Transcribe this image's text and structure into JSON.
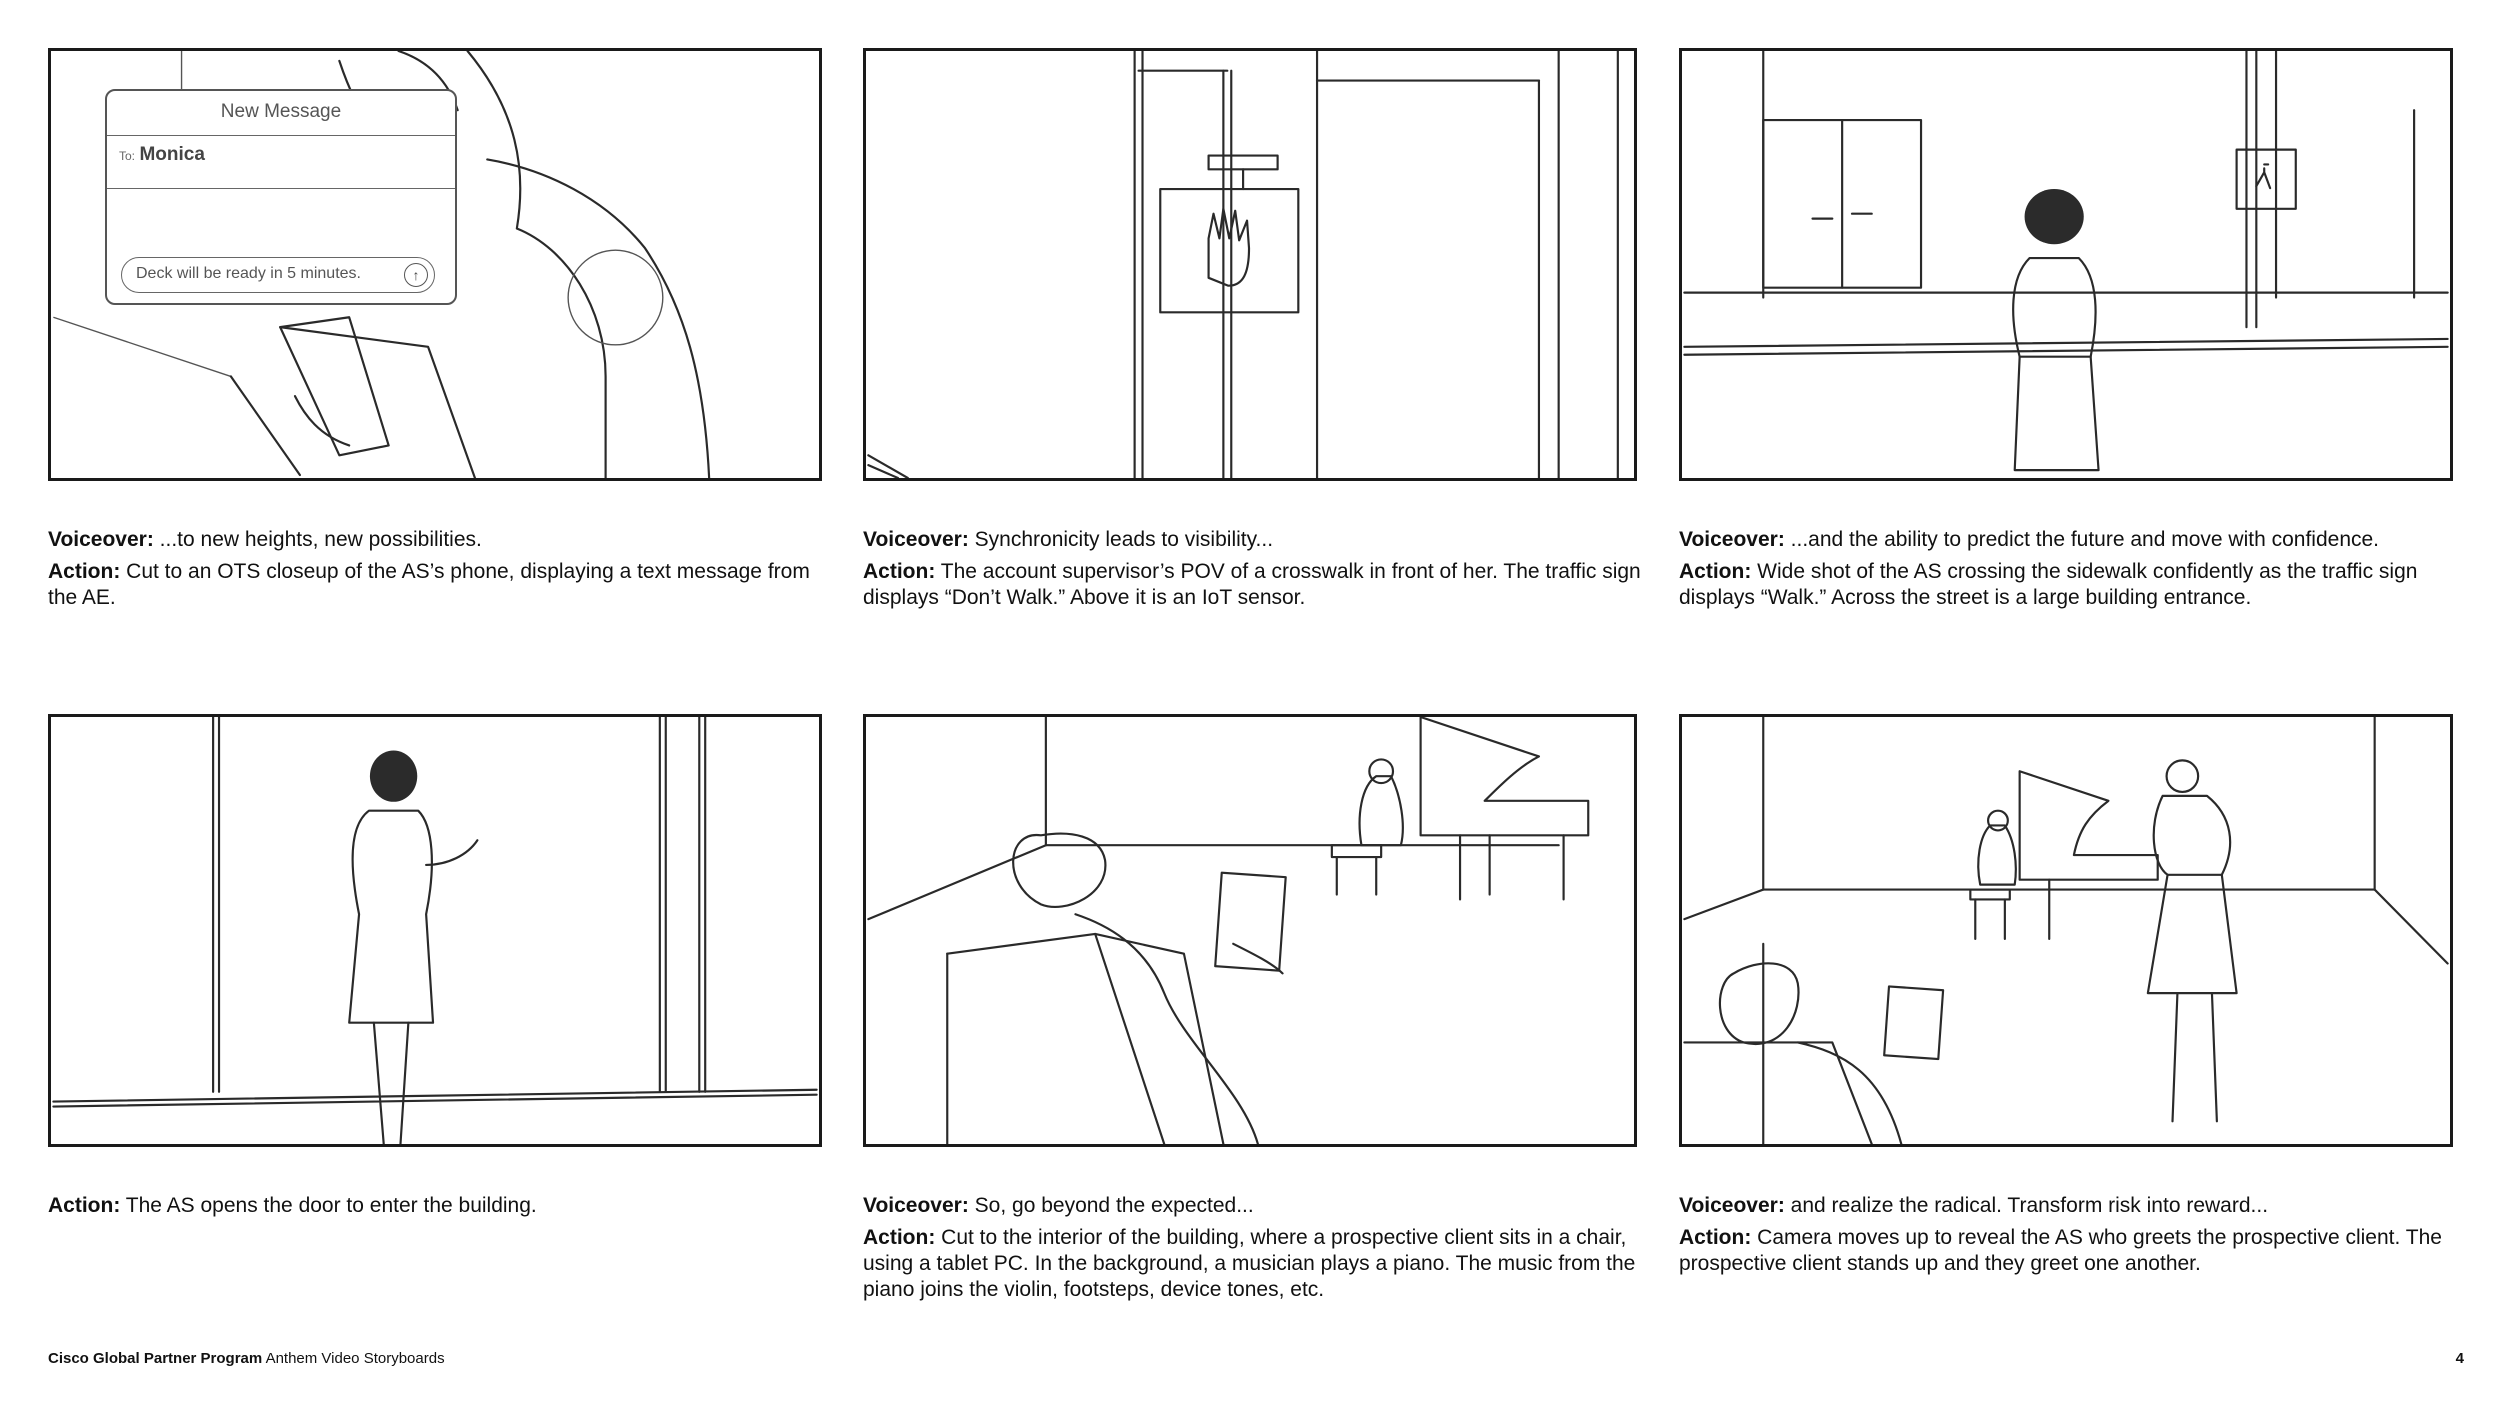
{
  "panels": [
    {
      "voiceover_label": "Voiceover:",
      "voiceover": " ...to new heights, new possibilities.",
      "action_label": "Action:",
      "action": " Cut to an OTS closeup of the AS’s phone, displaying a text message from the AE.",
      "phone": {
        "header": "New Message",
        "to_label": "To:",
        "recipient": "Monica",
        "message": "Deck will be ready in 5 minutes."
      }
    },
    {
      "voiceover_label": "Voiceover:",
      "voiceover": " Synchronicity leads to visibility...",
      "action_label": "Action:",
      "action": " The account supervisor’s POV of a crosswalk in front of her. The traffic sign displays “Don’t Walk.” Above it is an IoT sensor."
    },
    {
      "voiceover_label": "Voiceover:",
      "voiceover": " ...and the ability to predict the future and move with confidence.",
      "action_label": "Action:",
      "action": " Wide shot of the AS crossing the sidewalk confidently as the traffic sign displays “Walk.” Across the street is a large building entrance."
    },
    {
      "voiceover_label": "",
      "voiceover": "",
      "action_label": "Action:",
      "action": " The AS opens the door to enter the building."
    },
    {
      "voiceover_label": "Voiceover:",
      "voiceover": " So, go beyond the expected...",
      "action_label": "Action:",
      "action": " Cut to the interior of the building, where a prospective client sits in a chair, using a tablet PC. In the background, a musician plays a piano. The music from the piano joins the violin, footsteps, device tones, etc."
    },
    {
      "voiceover_label": "Voiceover:",
      "voiceover": " and realize the radical. Transform risk into reward...",
      "action_label": "Action:",
      "action": " Camera moves up to reveal the AS who greets the prospective client. The prospective client stands up and they greet one another."
    }
  ],
  "footer": {
    "brand": "Cisco Global Partner Program",
    "title": " Anthem Video Storyboards",
    "page": "4"
  }
}
